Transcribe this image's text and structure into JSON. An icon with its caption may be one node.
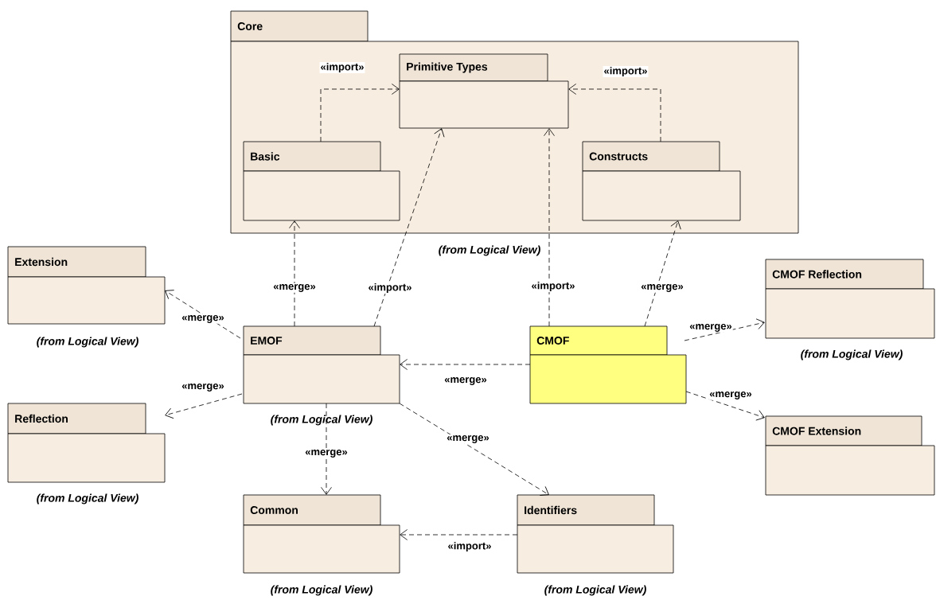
{
  "diagram": {
    "nodes": [
      {
        "text": [
          "Core"
        ],
        "beside": [
          "(from Logical View)"
        ]
      },
      {
        "text": [
          "Primitive Types"
        ],
        "in": 0
      },
      {
        "text": [
          "Basic"
        ],
        "in": 0
      },
      {
        "text": [
          "Constructs"
        ],
        "in": 0
      },
      {
        "text": [
          "Extension"
        ],
        "beside": [
          "(from Logical View)"
        ]
      },
      {
        "text": [
          "EMOF"
        ],
        "beside": [
          "(from Logical View)"
        ]
      },
      {
        "text": [
          "CMOF"
        ]
      },
      {
        "text": [
          "CMOF Reflection"
        ],
        "beside": [
          "(from Logical View)"
        ]
      },
      {
        "text": [
          "Reflection"
        ],
        "beside": [
          "(from Logical View)"
        ]
      },
      {
        "text": [
          "CMOF Extension"
        ]
      },
      {
        "text": [
          "Common"
        ],
        "beside": [
          "(from Logical View)"
        ]
      },
      {
        "text": [
          "Identifiers"
        ],
        "beside": [
          "(from Logical View)"
        ]
      }
    ],
    "edges": [
      {
        "from": 2,
        "to": 1,
        "arrow": "to",
        "label": "«import»"
      },
      {
        "from": 3,
        "to": 1,
        "arrow": "to",
        "label": "«import»"
      },
      {
        "from": 5,
        "to": 2,
        "arrow": "to",
        "label": "«merge»"
      },
      {
        "from": 5,
        "to": 1,
        "arrow": "to",
        "label": "«import»"
      },
      {
        "from": 6,
        "to": 1,
        "arrow": "to",
        "label": "«import»"
      },
      {
        "from": 6,
        "to": 3,
        "arrow": "to",
        "label": "«merge»"
      },
      {
        "from": 5,
        "to": 4,
        "arrow": "to",
        "label": "«merge»"
      },
      {
        "from": 5,
        "to": 8,
        "arrow": "to",
        "label": "«merge»"
      },
      {
        "from": 6,
        "to": 5,
        "arrow": "to",
        "label": "«merge»"
      },
      {
        "from": 6,
        "to": 7,
        "arrow": "to",
        "label": "«merge»"
      },
      {
        "from": 6,
        "to": 9,
        "arrow": "to",
        "label": "«merge»"
      },
      {
        "from": 5,
        "to": 10,
        "arrow": "to",
        "label": "«merge»"
      },
      {
        "from": 5,
        "to": 11,
        "arrow": "to",
        "label": "«merge»"
      },
      {
        "from": 11,
        "to": 10,
        "arrow": "to",
        "label": "«import»"
      }
    ]
  }
}
